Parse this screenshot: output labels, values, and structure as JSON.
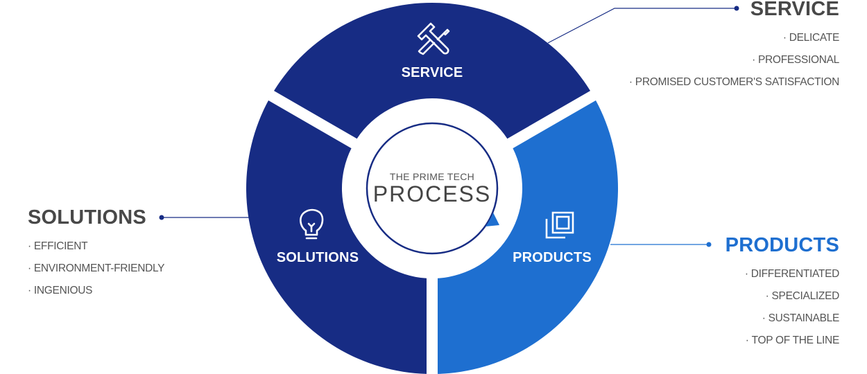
{
  "center": {
    "subtitle": "THE PRIME TECH",
    "title": "PROCESS"
  },
  "segments": {
    "service": {
      "label": "SERVICE",
      "icon": "wrench-screwdriver-icon"
    },
    "solutions": {
      "label": "SOLUTIONS",
      "icon": "lightbulb-icon"
    },
    "products": {
      "label": "PRODUCTS",
      "icon": "stacked-squares-icon"
    }
  },
  "callouts": {
    "service": {
      "title": "SERVICE",
      "items": [
        "DELICATE",
        "PROFESSIONAL",
        "PROMISED CUSTOMER'S SATISFACTION"
      ]
    },
    "solutions": {
      "title": "SOLUTIONS",
      "items": [
        "EFFICIENT",
        "ENVIRONMENT-FRIENDLY",
        "INGENIOUS"
      ]
    },
    "products": {
      "title": "PRODUCTS",
      "items": [
        "DIFFERENTIATED",
        "SPECIALIZED",
        "SUSTAINABLE",
        "TOP OF THE LINE"
      ]
    }
  },
  "bullet": "·",
  "colors": {
    "navy": "#172c84",
    "blue": "#1e6fd0",
    "text": "#555555",
    "heading": "#484848"
  }
}
